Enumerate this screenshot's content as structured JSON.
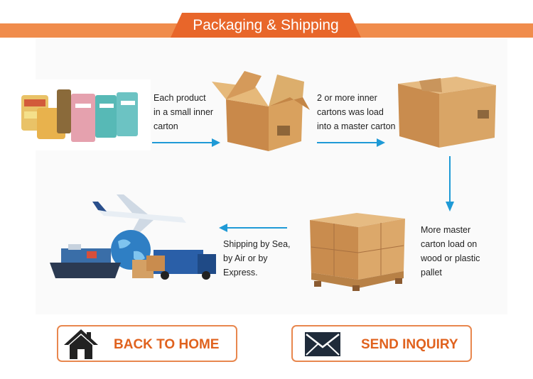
{
  "header": {
    "title": "Packaging & Shipping"
  },
  "steps": [
    {
      "text": "Each product\nin a small inner\ncarton",
      "image": "product-pouches"
    },
    {
      "text": "2 or more inner\ncartons was load\ninto a master carton",
      "image": "open-carton"
    },
    {
      "text": "More master\ncarton load on\nwood or plastic\npallet",
      "image": "closed-carton"
    },
    {
      "text": "Shipping by Sea,\nby Air or by\nExpress.",
      "image": "pallet-cartons"
    }
  ],
  "transport_image": "shipping-collage",
  "buttons": {
    "home": {
      "label": "BACK TO HOME",
      "icon": "house-icon"
    },
    "inquiry": {
      "label": "SEND INQUIRY",
      "icon": "envelope-icon"
    }
  },
  "colors": {
    "accent": "#e8662a",
    "banner": "#f08c4c",
    "arrow": "#1f9ad6",
    "button_text": "#e0621e"
  }
}
